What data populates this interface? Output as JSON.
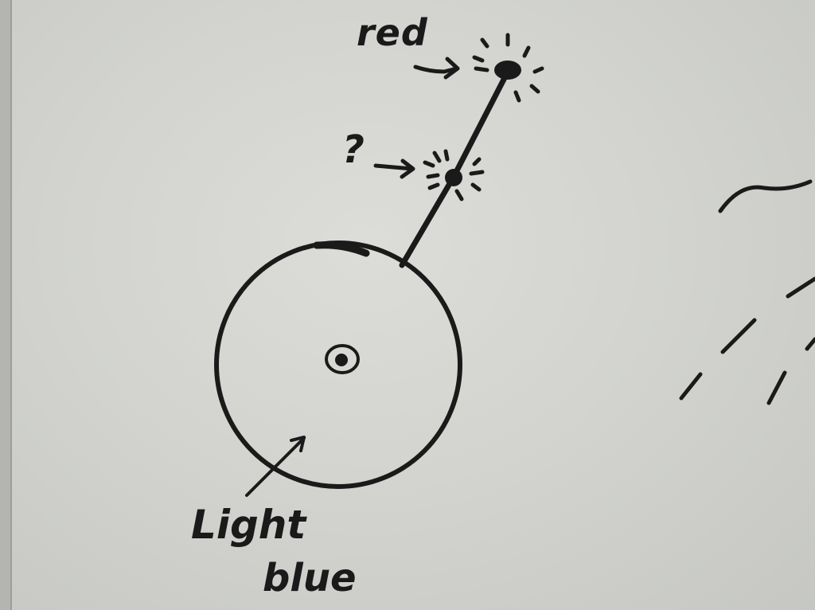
{
  "labels": {
    "red": "red",
    "question": "?",
    "light": "Light",
    "blue": "blue"
  },
  "colors": {
    "ink": "#1a1a1a",
    "board": "#d6d7d3",
    "frame": "#a9aaa6"
  }
}
